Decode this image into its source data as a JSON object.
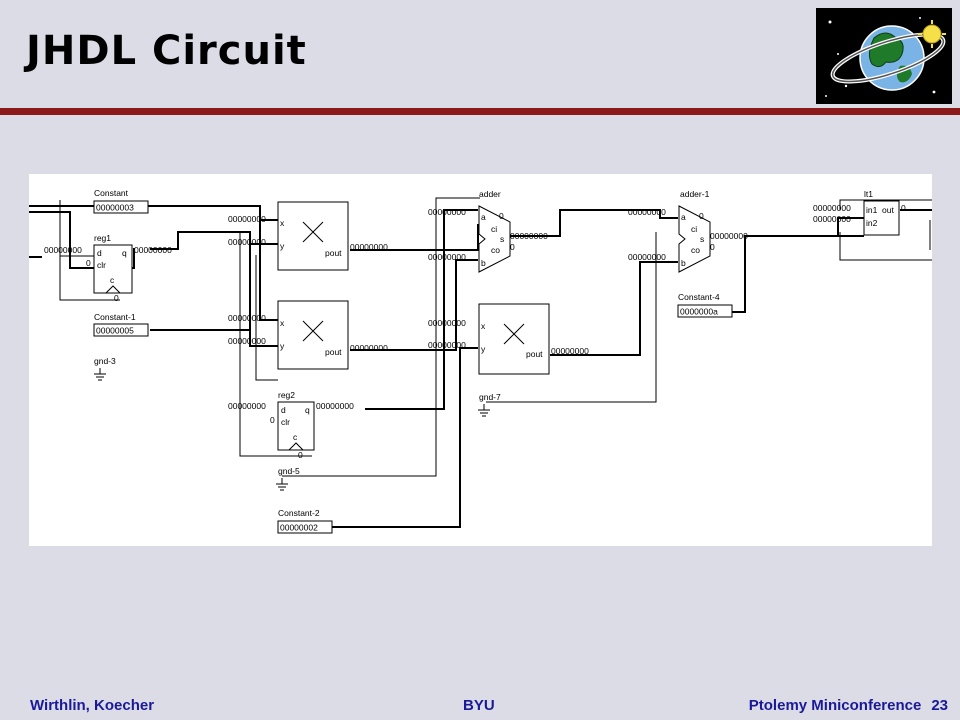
{
  "slide": {
    "title": "JHDL Circuit",
    "footer_left": "Wirthlin, Koecher",
    "footer_center": "BYU",
    "footer_right": "Ptolemy Miniconference",
    "page_number": "23"
  },
  "colors": {
    "background": "#dcdce6",
    "title_rule": "#8b1a1a",
    "footer_text": "#1a1a99",
    "canvas": "#ffffff"
  },
  "circuit": {
    "constants": [
      {
        "name": "Constant",
        "value": "00000003"
      },
      {
        "name": "Constant-1",
        "value": "00000005"
      },
      {
        "name": "Constant-2",
        "value": "00000002"
      },
      {
        "name": "Constant-4",
        "value": "0000000a"
      }
    ],
    "grounds": [
      "gnd-3",
      "gnd-5",
      "gnd-7"
    ],
    "registers": {
      "reg1": {
        "name": "reg1",
        "in": "00000000",
        "out": "00000000",
        "d": "d",
        "q": "q",
        "clr": "clr",
        "c": "c",
        "clr_val": "0",
        "c_val": "0"
      },
      "reg2": {
        "name": "reg2",
        "in": "00000000",
        "out": "00000000",
        "d": "d",
        "q": "q",
        "clr": "clr",
        "c": "c",
        "clr_val": "0",
        "c_val": "0"
      }
    },
    "multipliers": {
      "mult1": {
        "x_val": "00000000",
        "y_val": "00000000",
        "x": "x",
        "y": "y",
        "pout": "pout",
        "pout_val": "00000000"
      },
      "mult2": {
        "x_val": "00000000",
        "y_val": "00000000",
        "x": "x",
        "y": "y",
        "pout": "pout",
        "pout_val": "00000000"
      },
      "mult3": {
        "x_val": "00000000",
        "y_val": "00000000",
        "x": "x",
        "y": "y",
        "pout": "pout",
        "pout_val": "00000000"
      }
    },
    "adders": {
      "adder": {
        "name": "adder",
        "a_val": "00000000",
        "b_val": "00000000",
        "s_val": "00000000",
        "a": "a",
        "b": "b",
        "ci": "ci",
        "s": "s",
        "co": "co",
        "zero": "0"
      },
      "adder1": {
        "name": "adder-1",
        "a_val": "00000000",
        "b_val": "00000000",
        "s_val": "00000000",
        "a": "a",
        "b": "b",
        "ci": "ci",
        "s": "s",
        "co": "co",
        "zero": "0"
      }
    },
    "comparator": {
      "name": "lt1",
      "in1_val": "00000000",
      "in2_val": "00000000",
      "in1": "in1",
      "in2": "in2",
      "out": "out",
      "out_val": "0"
    }
  }
}
